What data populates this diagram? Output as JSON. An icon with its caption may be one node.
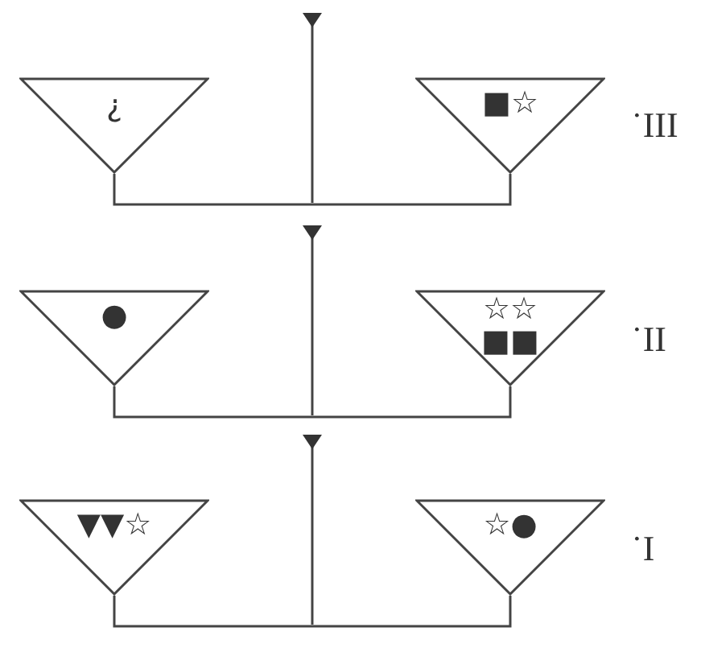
{
  "diagram": {
    "nodes": [
      {
        "text": [
          "¿"
        ]
      },
      {
        "text": [
          "■☆"
        ]
      },
      {
        "text": [
          "●"
        ]
      },
      {
        "text": [
          "☆☆ ■■"
        ]
      },
      {
        "text": [
          "▼▼☆"
        ]
      },
      {
        "text": [
          "☆●"
        ]
      }
    ],
    "edges": [
      {
        "from": 0,
        "to": 1,
        "arrow": "none"
      },
      {
        "from": 2,
        "to": 3,
        "arrow": "none"
      },
      {
        "from": 4,
        "to": 5,
        "arrow": "none"
      }
    ],
    "labels": [
      "˙III",
      "˙II",
      "˙I"
    ]
  }
}
